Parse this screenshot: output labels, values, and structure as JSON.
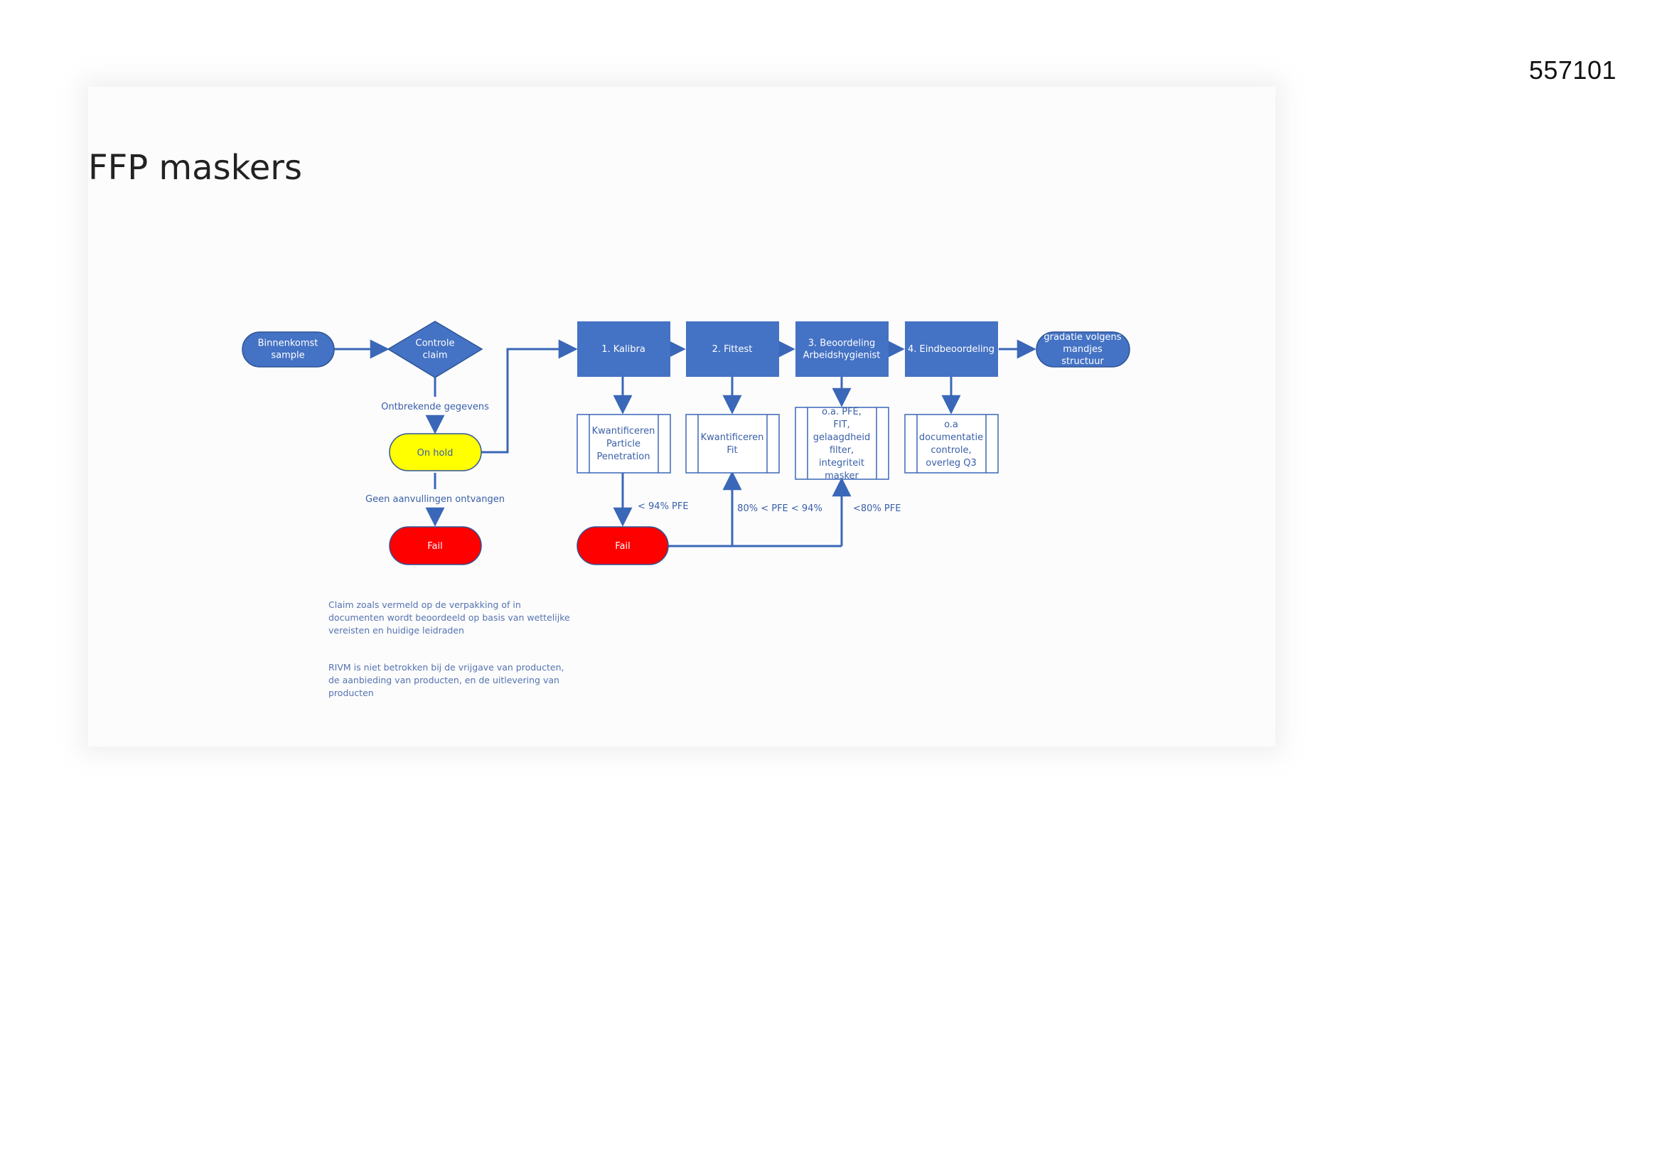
{
  "doc_id": "557101",
  "title": "FFP maskers",
  "colors": {
    "node_blue": "#4472c4",
    "on_hold_yellow": "#ffff00",
    "fail_red": "#ff0000",
    "line_blue": "#3a67b8",
    "text_blue": "#3a5fa8"
  },
  "flow": {
    "start": "Binnenkomst sample",
    "decision": "Controle claim",
    "missing_label": "Ontbrekende gegevens",
    "on_hold": "On hold",
    "no_additions_label": "Geen aanvullingen ontvangen",
    "fail_left": "Fail",
    "steps": [
      {
        "label": "1. Kalibra",
        "detail": "Kwantificeren Particle Penetration"
      },
      {
        "label": "2. Fittest",
        "detail": "Kwantificeren Fit"
      },
      {
        "label": "3. Beoordeling Arbeidshygienist",
        "detail": "o.a. PFE, FIT, gelaagdheid filter, integriteit masker"
      },
      {
        "label": "4. Eindbeoordeling",
        "detail": "o.a documentatie controle, overleg Q3"
      }
    ],
    "end": "gradatie volgens mandjes structuur",
    "fail_right": "Fail",
    "cond_lt94": "< 94% PFE",
    "cond_80_94": "80% < PFE < 94%",
    "cond_lt80": "<80% PFE"
  },
  "notes": [
    "Claim zoals vermeld op de verpakking of in documenten wordt beoordeeld op basis van wettelijke vereisten en huidige leidraden",
    "RIVM is niet betrokken bij de vrijgave van producten, de aanbieding van producten, en de uitlevering van producten"
  ]
}
